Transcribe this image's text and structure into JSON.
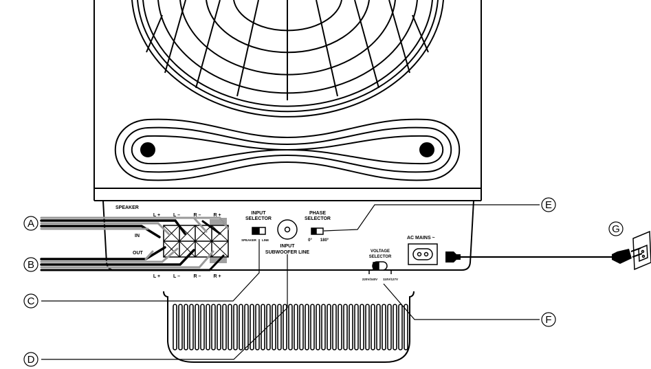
{
  "callouts": {
    "a": "A",
    "b": "B",
    "c": "C",
    "d": "D",
    "e": "E",
    "f": "F",
    "g": "G"
  },
  "panel": {
    "speaker": "SPEAKER",
    "top_terminals": [
      "L +",
      "L –",
      "R –",
      "R +"
    ],
    "bottom_terminals": [
      "L +",
      "L –",
      "R –",
      "R +"
    ],
    "in": "IN",
    "out": "OUT",
    "input_selector_line1": "INPUT",
    "input_selector_line2": "SELECTOR",
    "input_speaker": "SPEAKER",
    "input_line": "LINE",
    "subwoofer_line1": "INPUT",
    "subwoofer_line2": "SUBWOOFER LINE",
    "phase_line1": "PHASE",
    "phase_line2": "SELECTOR",
    "phase_0": "0°",
    "phase_180": "180°",
    "voltage_line1": "VOLTAGE",
    "voltage_line2": "SELECTOR",
    "voltage_low": "220V/240V",
    "voltage_high": "110V/127V",
    "ac_mains": "AC MAINS ~"
  }
}
